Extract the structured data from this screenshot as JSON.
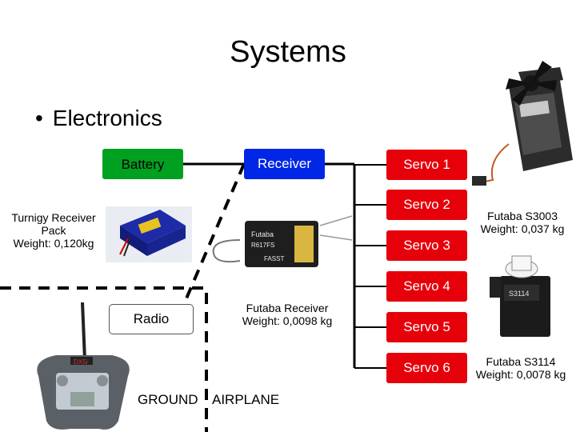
{
  "slide": {
    "title": "Systems",
    "bullet": "Electronics"
  },
  "nodes": {
    "battery": "Battery",
    "receiver": "Receiver",
    "radio": "Radio",
    "servos": [
      "Servo 1",
      "Servo 2",
      "Servo 3",
      "Servo 4",
      "Servo 5",
      "Servo 6"
    ]
  },
  "captions": {
    "battery_pack": [
      "Turnigy Receiver",
      "Pack",
      "Weight: 0,120kg"
    ],
    "receiver": [
      "Futaba Receiver",
      "Weight: 0,0098 kg"
    ],
    "servo_s3003": [
      "Futaba S3003",
      "Weight: 0,037 kg"
    ],
    "servo_s3114": [
      "Futaba S3114",
      "Weight: 0,0078 kg"
    ]
  },
  "regions": {
    "ground": "GROUND",
    "airplane": "AIRPLANE"
  },
  "photo_labels": {
    "receiver_brand": "Futaba",
    "receiver_model": "R617FS",
    "receiver_tech": "FASST",
    "radio_model": "DX5i"
  },
  "colors": {
    "battery": "#00a020",
    "receiver": "#0026e6",
    "servo": "#e6000a"
  }
}
